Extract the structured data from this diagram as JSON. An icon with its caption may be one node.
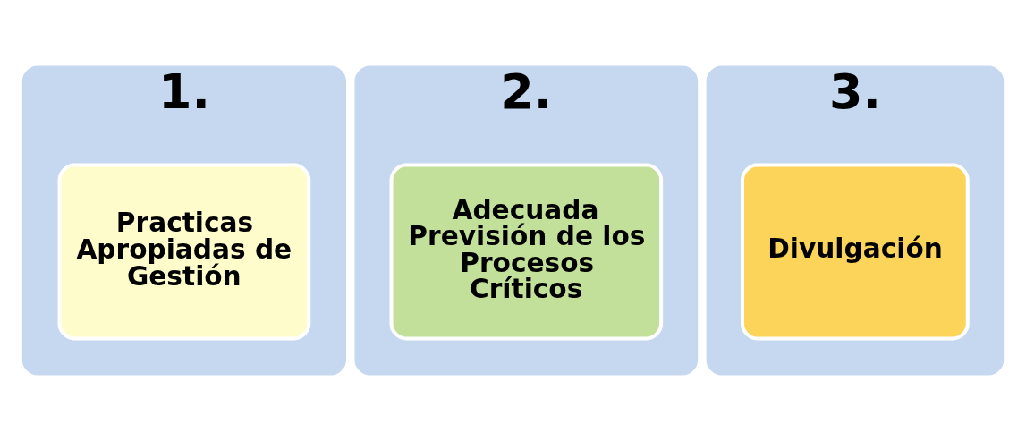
{
  "diagram": {
    "nodes": [
      {
        "text": [
          "1."
        ]
      },
      {
        "text": [
          "Practicas Apropiadas de Gestión"
        ],
        "in": 0
      },
      {
        "text": [
          "2."
        ]
      },
      {
        "text": [
          "Adecuada Previsión de los Procesos Críticos"
        ],
        "in": 2
      },
      {
        "text": [
          "3."
        ]
      },
      {
        "text": [
          "Divulgación"
        ],
        "in": 4
      }
    ]
  }
}
